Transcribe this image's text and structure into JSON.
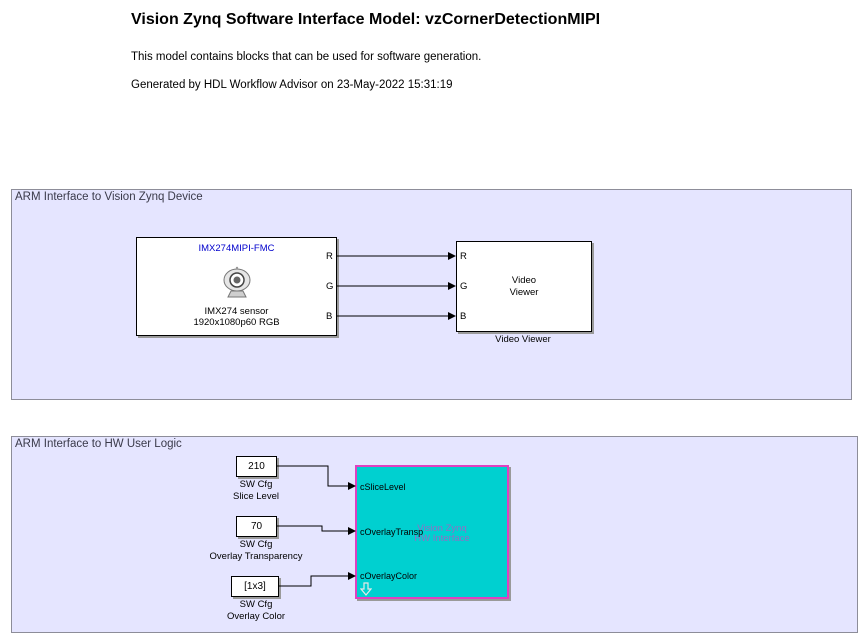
{
  "header": {
    "title": "Vision Zynq Software Interface Model: vzCornerDetectionMIPI",
    "description": "This model contains blocks that can be used for software generation.",
    "generated": "Generated by HDL Workflow Advisor on 23-May-2022 15:31:19"
  },
  "area1": {
    "label": "ARM Interface to Vision Zynq Device",
    "sensor": {
      "heading": "IMX274MIPI-FMC",
      "line1": "IMX274 sensor",
      "line2": "1920x1080p60 RGB",
      "ports": [
        "R",
        "G",
        "B"
      ]
    },
    "viewer": {
      "line1": "Video",
      "line2": "Viewer",
      "name": "Video Viewer",
      "ports": [
        "R",
        "G",
        "B"
      ]
    }
  },
  "area2": {
    "label": "ARM Interface to HW User Logic",
    "constants": [
      {
        "value": "210",
        "line1": "SW Cfg",
        "line2": "Slice Level"
      },
      {
        "value": "70",
        "line1": "SW Cfg",
        "line2": "Overlay Transparency"
      },
      {
        "value": "[1x3]",
        "line1": "SW Cfg",
        "line2": "Overlay Color"
      }
    ],
    "subsystem": {
      "ports": [
        "cSliceLevel",
        "cOverlayTransp",
        "cOverlayColor"
      ],
      "ghost_line1": "Vision Zynq",
      "ghost_line2": "HW Interface"
    }
  },
  "colors": {
    "area_fill": "#e5e5ff",
    "subsystem_fill": "#00d0d0",
    "subsystem_border": "#e040c0",
    "sensor_heading": "#0000cc"
  },
  "icons": [
    "camera-icon",
    "down-arrow-icon"
  ]
}
